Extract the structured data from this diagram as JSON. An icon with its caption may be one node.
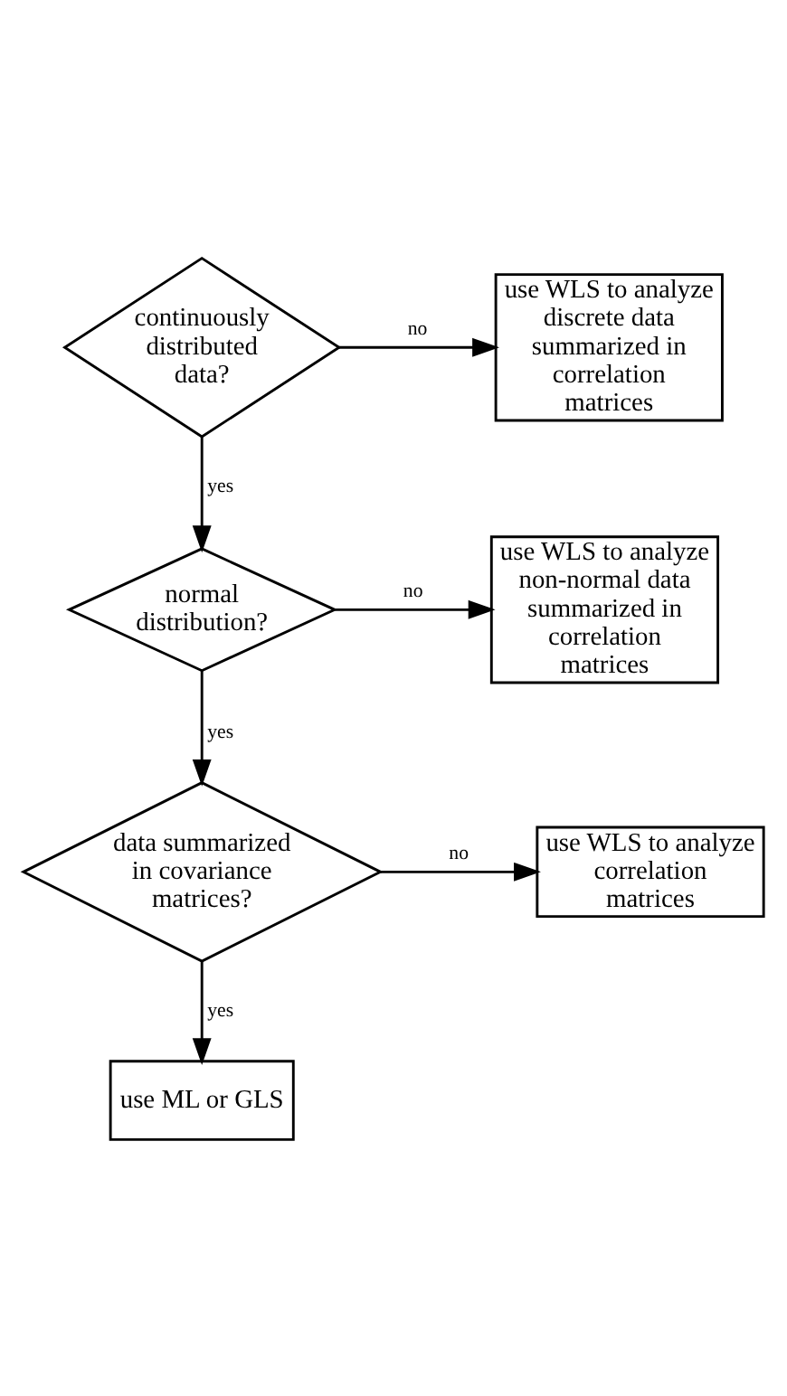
{
  "diagram": {
    "nodes": [
      {
        "text": [
          "continuously distributed data?"
        ]
      },
      {
        "text": [
          "use WLS to analyze discrete data summarized in correlation matrices"
        ]
      },
      {
        "text": [
          "normal distribution?"
        ]
      },
      {
        "text": [
          "use WLS to analyze non-normal data summarized in correlation matrices"
        ]
      },
      {
        "text": [
          "data summarized in covariance matrices?"
        ]
      },
      {
        "text": [
          "use WLS to analyze correlation matrices"
        ]
      },
      {
        "text": [
          "use ML or GLS"
        ]
      }
    ],
    "edges": [
      {
        "from": 0,
        "to": 1,
        "arrow": "to",
        "label": "no"
      },
      {
        "from": 0,
        "to": 2,
        "arrow": "to",
        "label": "yes"
      },
      {
        "from": 2,
        "to": 3,
        "arrow": "to",
        "label": "no"
      },
      {
        "from": 2,
        "to": 4,
        "arrow": "to",
        "label": "yes"
      },
      {
        "from": 4,
        "to": 5,
        "arrow": "to",
        "label": "no"
      },
      {
        "from": 4,
        "to": 6,
        "arrow": "to",
        "label": "yes"
      }
    ]
  }
}
